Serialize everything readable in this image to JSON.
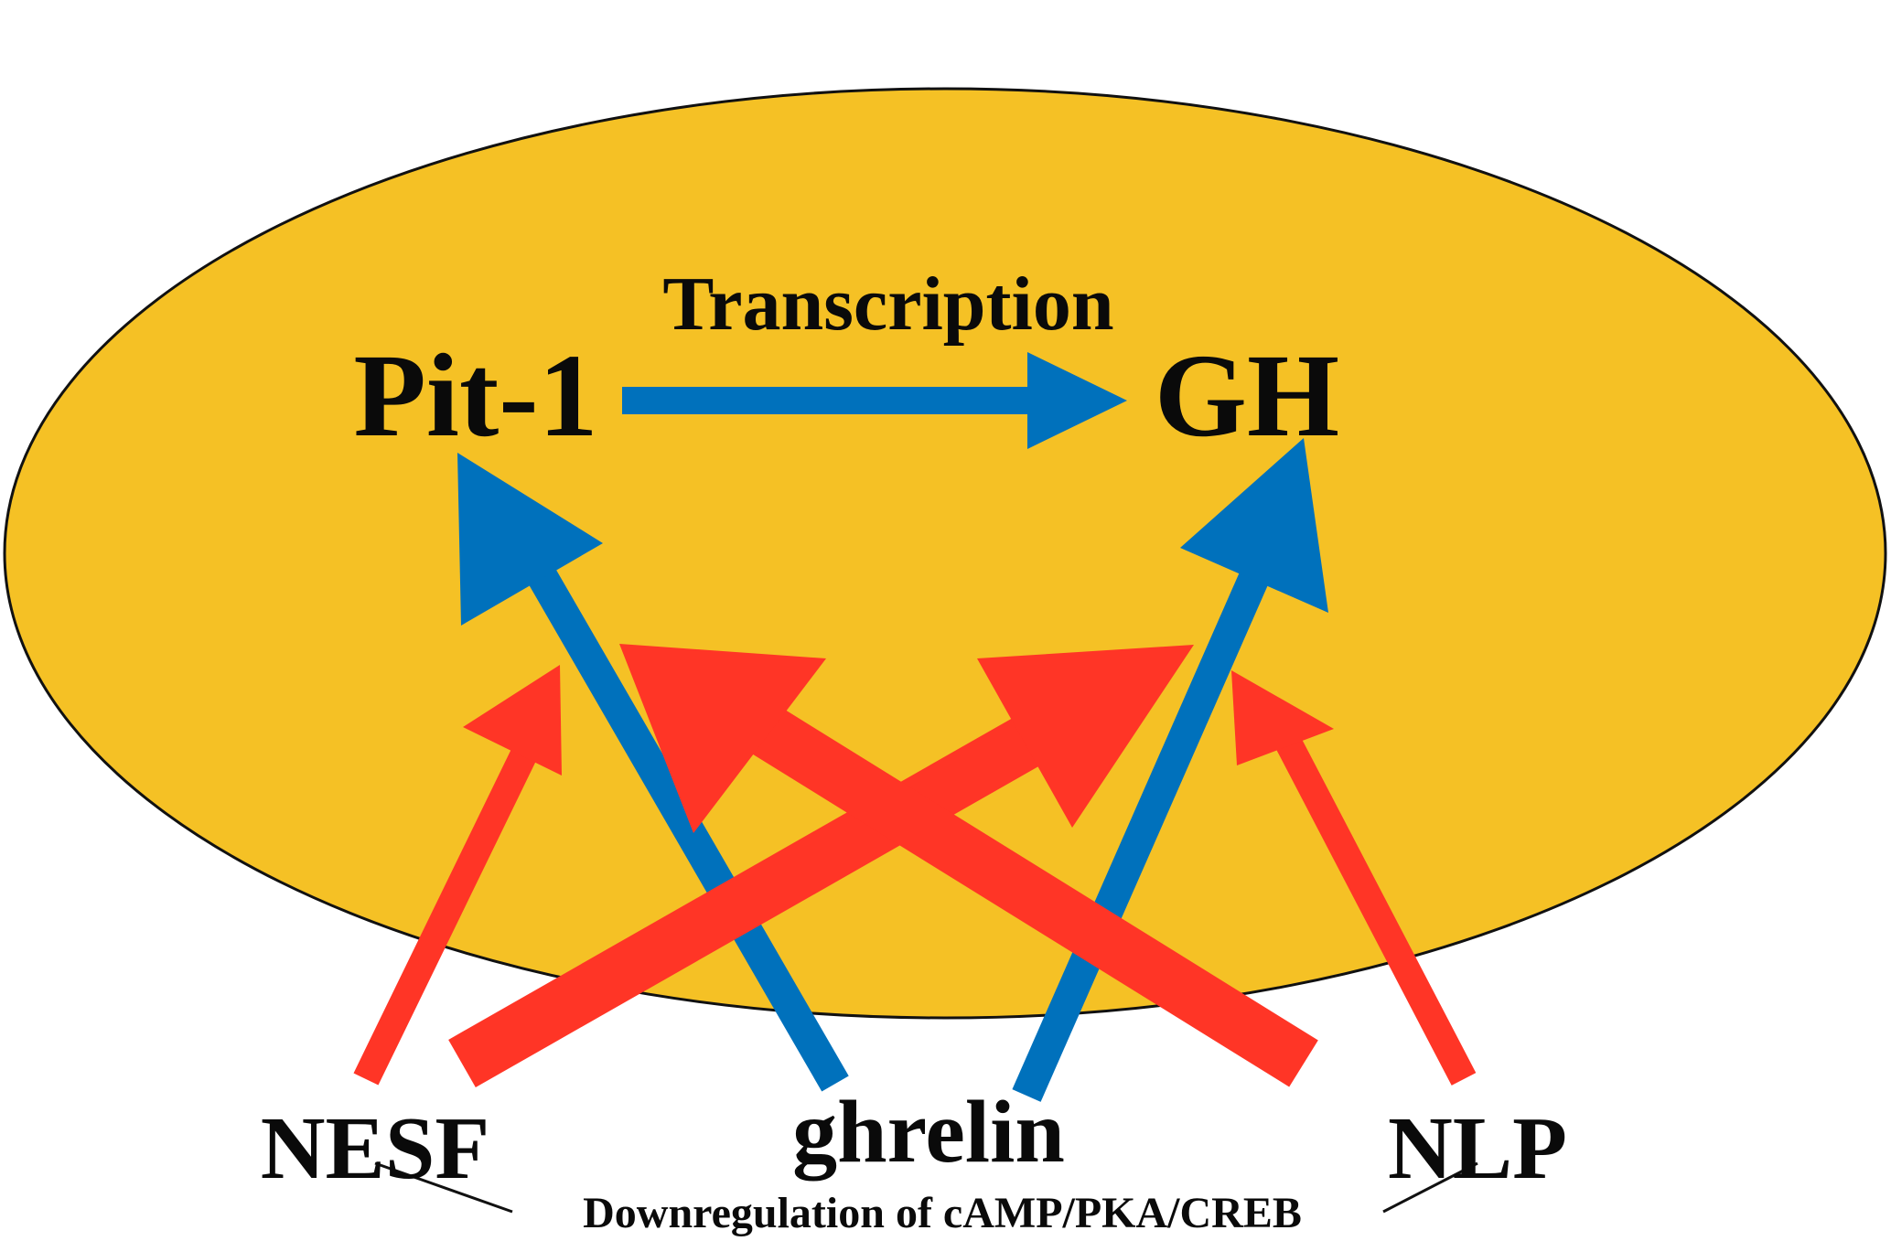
{
  "labels": {
    "transcription": "Transcription",
    "pit1": "Pit-1",
    "gh": "GH",
    "nesf": "NESF",
    "ghrelin": "ghrelin",
    "nlp": "NLP",
    "downregulation": "Downregulation of cAMP/PKA/CREB"
  },
  "colors": {
    "cell_fill": "#F5C125",
    "stimulation_arrow": "#0071BC",
    "nesf_nlp_arrow": "#FF3526",
    "text": "#0A0A0A"
  }
}
